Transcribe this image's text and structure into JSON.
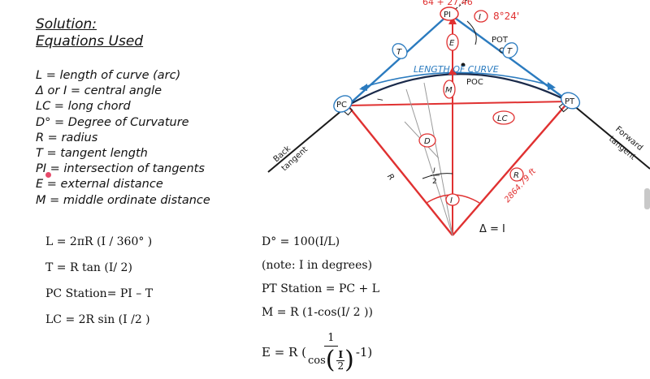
{
  "solution": {
    "line1": "Solution:",
    "line2": "Equations Used"
  },
  "definitions": [
    "L = length of curve (arc)",
    "Δ or I = central angle",
    "LC = long chord",
    "D° =  Degree of Curvature",
    "R = radius",
    "T = tangent length",
    "PI = intersection of tangents",
    "E = external distance",
    "M = middle ordinate distance"
  ],
  "equations_left": [
    "L = 2πR (I / 360° )",
    "T = R tan (I/ 2)",
    "PC Station= PI – T",
    "LC = 2R sin (I /2 )"
  ],
  "equations_right": [
    "D° =  100(I/L)",
    "(note: I in degrees)",
    "PT Station = PC + L",
    "M = R (1-cos(I/ 2 ))"
  ],
  "external_eq": {
    "lhs": "E = R (",
    "num": "1",
    "cos": "cos",
    "half_num": "I",
    "half_den": "2",
    "rhs": "-1)"
  },
  "diagram": {
    "station": "64 + 27.46",
    "angle": "8°24'",
    "pi": "PI",
    "i_symbol": "I",
    "pot": "POT",
    "t": "T",
    "e": "E",
    "m": "M",
    "length_of_curve": "LENGTH OF CURVE",
    "poc": "POC",
    "pc": "PC",
    "pt": "PT",
    "lc": "LC",
    "d": "D",
    "r": "R",
    "radius_value": "2864.79 ft",
    "half_num": "I",
    "half_den": "2",
    "center_i": "I",
    "back_tangent_1": "Back",
    "back_tangent_2": "tangent",
    "forward_tangent_1": "Forward",
    "forward_tangent_2": "tangent",
    "delta": "Δ = I"
  },
  "colors": {
    "blue": "#2b7bbf",
    "red": "#e03131",
    "dark": "#1a1a1a",
    "grey": "#9a9a9a"
  }
}
